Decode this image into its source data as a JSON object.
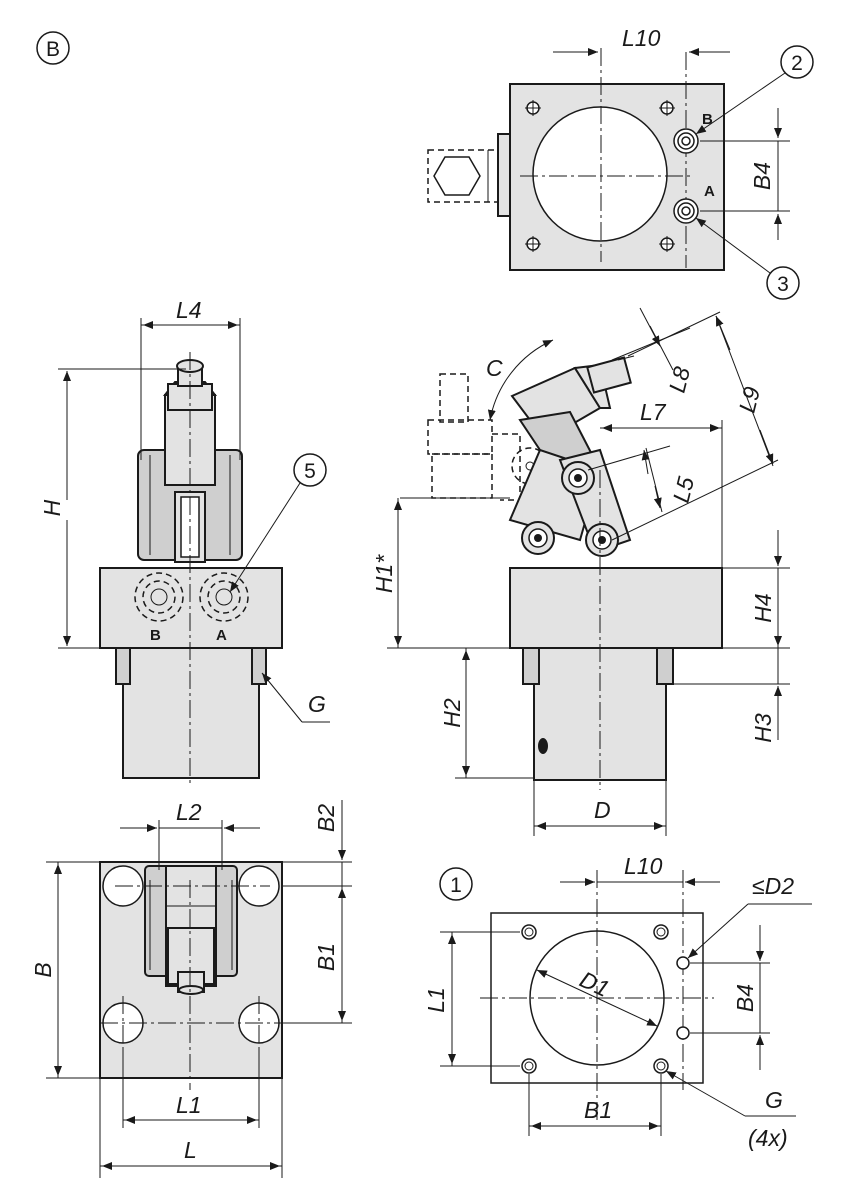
{
  "view_label": "B",
  "callouts": [
    "1",
    "2",
    "3",
    "5"
  ],
  "ports": {
    "a": "A",
    "b": "B"
  },
  "dimensions": {
    "L": "L",
    "L1": "L1",
    "L2": "L2",
    "L4": "L4",
    "L5": "L5",
    "L7": "L7",
    "L8": "L8",
    "L9": "L9",
    "L10": "L10",
    "B": "B",
    "B1": "B1",
    "B2": "B2",
    "B4": "B4",
    "H": "H",
    "H1": "H1*",
    "H2": "H2",
    "H3": "H3",
    "H4": "H4",
    "C": "C",
    "D": "D",
    "D1": "D1",
    "D2": "≤D2",
    "G": "G",
    "G4x": "(4x)"
  }
}
